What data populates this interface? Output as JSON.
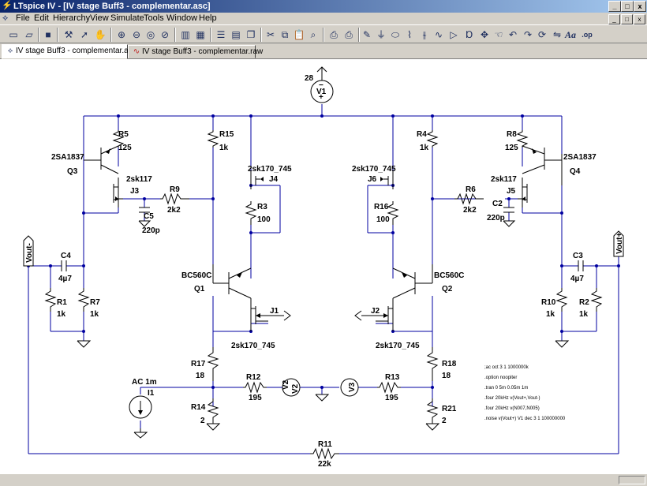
{
  "window": {
    "app_icon": "ltspice-icon",
    "title": "LTspice IV - [IV stage Buff3 - complementar.asc]",
    "controls": [
      "_",
      "□",
      "x"
    ]
  },
  "menubar": {
    "icon": "schematic-icon",
    "items": [
      "File",
      "Edit",
      "Hierarchy",
      "View",
      "Simulate",
      "Tools",
      "Window",
      "Help"
    ],
    "doc_controls": [
      "_",
      "□",
      "x"
    ]
  },
  "toolbar": {
    "icons": [
      "new-schematic-icon",
      "open-icon",
      "save-icon",
      "control-panel-icon",
      "run-icon",
      "halt-icon",
      "zoom-in-icon",
      "zoom-out-icon",
      "zoom-fit-icon",
      "zoom-cancel-icon",
      "autorange-icon",
      "grid-icon",
      "tile-horizontal-icon",
      "tile-vertical-icon",
      "cascade-icon",
      "cut-icon",
      "copy-icon",
      "paste-icon",
      "find-icon",
      "print-setup-icon",
      "print-icon",
      "pencil-icon",
      "ground-icon",
      "label-icon",
      "resistor-icon",
      "capacitor-icon",
      "inductor-icon",
      "diode-icon",
      "component-icon",
      "move-icon",
      "drag-icon",
      "undo-icon",
      "redo-icon",
      "rotate-icon",
      "mirror-icon",
      "text-icon",
      "spice-directive-icon"
    ],
    "text_buttons": {
      "text": "Aa",
      "spice_directive": ".op"
    }
  },
  "tabs": [
    {
      "label": "IV stage Buff3 - complementar.asc",
      "icon": "schematic-tab-icon",
      "active": true
    },
    {
      "label": "IV stage Buff3 - complementar.raw",
      "icon": "waveform-tab-icon",
      "active": false
    }
  ],
  "schematic": {
    "components": {
      "V1": {
        "name": "V1",
        "value": "28"
      },
      "Q3": {
        "name": "Q3",
        "value": "2SA1837"
      },
      "Q4": {
        "name": "Q4",
        "value": "2SA1837"
      },
      "R5": {
        "name": "R5",
        "value": "125"
      },
      "R8": {
        "name": "R8",
        "value": "125"
      },
      "R15": {
        "name": "R15",
        "value": "1k"
      },
      "R4": {
        "name": "R4",
        "value": "1k"
      },
      "J4": {
        "name": "J4",
        "value": "2sk170_745"
      },
      "J6": {
        "name": "J6",
        "value": "2sk170_745"
      },
      "J3": {
        "name": "J3",
        "value": "2sk117"
      },
      "J5": {
        "name": "J5",
        "value": "2sk117"
      },
      "R9": {
        "name": "R9",
        "value": "2k2"
      },
      "R6": {
        "name": "R6",
        "value": "2k2"
      },
      "C5": {
        "name": "C5",
        "value": "220p"
      },
      "C2": {
        "name": "C2",
        "value": "220p"
      },
      "R3": {
        "name": "R3",
        "value": "100"
      },
      "R16": {
        "name": "R16",
        "value": "100"
      },
      "C4": {
        "name": "C4",
        "value": "4µ7"
      },
      "C3": {
        "name": "C3",
        "value": "4µ7"
      },
      "Q1": {
        "name": "Q1",
        "value": "BC560C"
      },
      "Q2": {
        "name": "Q2",
        "value": "BC560C"
      },
      "R1": {
        "name": "R1",
        "value": "1k"
      },
      "R7": {
        "name": "R7",
        "value": "1k"
      },
      "R10": {
        "name": "R10",
        "value": "1k"
      },
      "R2": {
        "name": "R2",
        "value": "1k"
      },
      "J1": {
        "name": "J1",
        "value": "2sk170_745"
      },
      "J2": {
        "name": "J2",
        "value": "2sk170_745"
      },
      "R17": {
        "name": "R17",
        "value": "18"
      },
      "R18": {
        "name": "R18",
        "value": "18"
      },
      "R14": {
        "name": "R14",
        "value": "2"
      },
      "R21": {
        "name": "R21",
        "value": "2"
      },
      "R12": {
        "name": "R12",
        "value": "195"
      },
      "R13": {
        "name": "R13",
        "value": "195"
      },
      "V2": {
        "name": "V2"
      },
      "V3": {
        "name": "V3"
      },
      "I1": {
        "name": "I1",
        "value": "AC 1m"
      },
      "R11": {
        "name": "R11",
        "value": "22k"
      }
    },
    "net_labels": {
      "left": "Vout-",
      "right": "Vout+"
    },
    "spice_directives": [
      ";ac oct 3 1 1000000k",
      ".option noopiter",
      ".tran 0 5m 0.05m 1m",
      ".four 20kHz v(Vout+,Vout-)",
      ".four 20kHz v(N007,N005)",
      ".noise v(Vout+) V1 dec 3 1 100000000"
    ]
  }
}
